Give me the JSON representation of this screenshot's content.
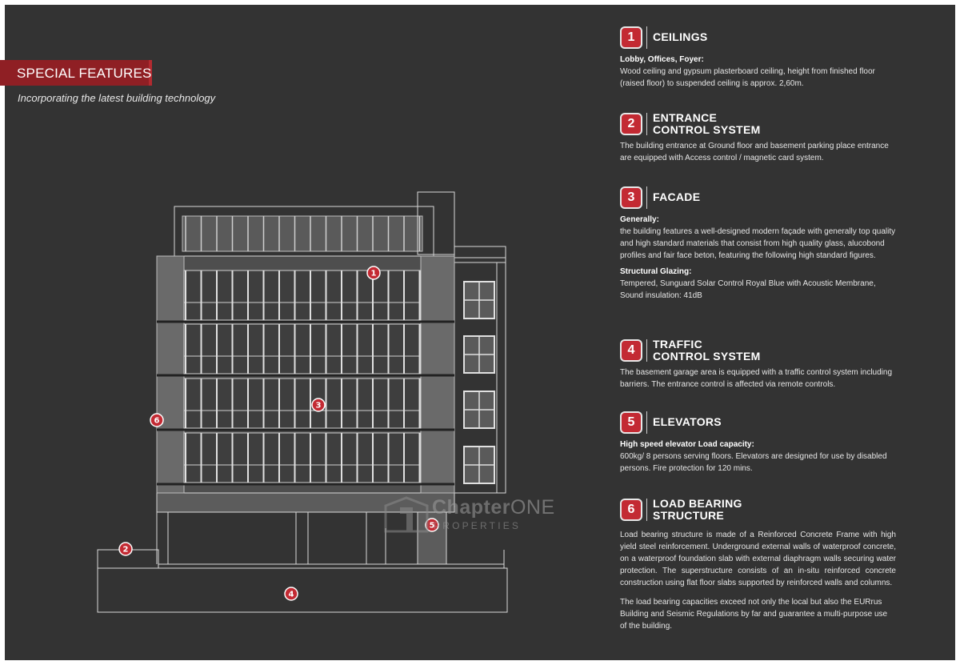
{
  "header": {
    "ribbon_title": "SPECIAL FEATURES",
    "subtitle": "Incorporating the latest building technology"
  },
  "colors": {
    "panel_background": "#333333",
    "ribbon": "#8f1f24",
    "badge": "#c32a33",
    "line_drawing": "#d8d8d8"
  },
  "markers": [
    {
      "label": "1"
    },
    {
      "label": "2"
    },
    {
      "label": "3"
    },
    {
      "label": "4"
    },
    {
      "label": "5"
    },
    {
      "label": "6"
    }
  ],
  "watermark": {
    "logo_icon": "chapter-one-logo-icon",
    "word_chapter": "Chapter",
    "word_one": "ONE",
    "tagline": "PROPERTIES"
  },
  "features": [
    {
      "number": "1",
      "title_lines": [
        "CEILINGS"
      ],
      "subheading": "Lobby, Offices, Foyer:",
      "paragraphs": [
        "Wood ceiling and gypsum plasterboard ceiling, height from finished floor (raised floor) to suspended ceiling is approx. 2,60m."
      ]
    },
    {
      "number": "2",
      "title_lines": [
        "ENTRANCE",
        "CONTROL SYSTEM"
      ],
      "subheading": "",
      "paragraphs": [
        "The building entrance at Ground floor and basement parking place entrance are equipped with Access control / magnetic card system."
      ]
    },
    {
      "number": "3",
      "title_lines": [
        "FACADE"
      ],
      "subheading": "Generally:",
      "paragraphs": [
        "the building features a well-designed modern façade with generally top quality and  high standard materials that consist from high quality glass, alucobond profiles and fair face beton, featuring the following high standard figures."
      ],
      "subheading_2": "Structural Glazing:",
      "paragraphs_2": [
        "Tempered, Sunguard Solar Control Royal Blue with Acoustic Membrane, Sound insulation: 41dB"
      ]
    },
    {
      "number": "4",
      "title_lines": [
        "TRAFFIC",
        "CONTROL SYSTEM"
      ],
      "subheading": "",
      "paragraphs": [
        "The basement garage area is equipped with a traffic control system including barriers. The entrance control is affected via remote controls."
      ]
    },
    {
      "number": "5",
      "title_lines": [
        "ELEVATORS"
      ],
      "subheading": "High speed elevator Load capacity:",
      "paragraphs": [
        "600kg/ 8 persons serving floors. Elevators are designed for use by disabled persons. Fire protection for 120 mins."
      ]
    },
    {
      "number": "6",
      "title_lines": [
        "LOAD BEARING",
        "STRUCTURE"
      ],
      "subheading": "",
      "paragraphs": [
        "Load bearing structure is made of a Reinforced Concrete Frame with high yield steel reinforcement. Underground external walls of waterproof concrete, on a waterproof foundation slab with external diaphragm walls securing water protection. The superstructure consists of an in-situ reinforced  concrete construction using flat floor slabs supported by reinforced walls and columns.",
        "The load bearing capacities exceed not only the local but also the EURrus Building and Seismic Regulations by far and guarantee a multi-purpose use of the building."
      ]
    }
  ]
}
